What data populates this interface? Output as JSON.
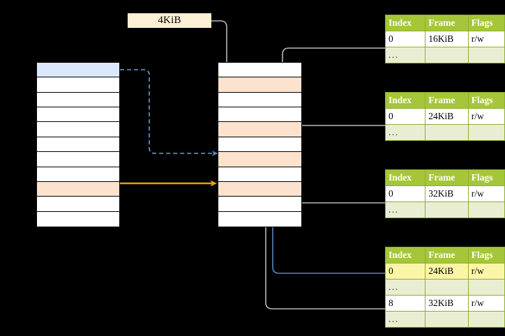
{
  "diagram": {
    "title": "",
    "page_size_label": "4KiB",
    "colors": {
      "table_header_bg": "#a6c639",
      "table_header_text": "#ffffff",
      "table_border": "#8fae2a",
      "ellipsis_row_bg": "#e9eed2",
      "highlight_cell_bg": "#fbf5a8",
      "virtual_selected_row": "#dbe8fb",
      "physical_used_row": "#fde3cd",
      "size_label_bg": "#fdefd3",
      "blue_arrow": "#4a7fbf",
      "orange_arrow": "#e8a200",
      "gray_connector": "#b3b3b3",
      "background": "#000000"
    },
    "virtual_column": {
      "name": "virtual-address-space",
      "row_count": 11,
      "rows": [
        {
          "index": 0,
          "fill": "blue",
          "label": ""
        },
        {
          "index": 1,
          "fill": "white",
          "label": ""
        },
        {
          "index": 2,
          "fill": "white",
          "label": ""
        },
        {
          "index": 3,
          "fill": "white",
          "label": ""
        },
        {
          "index": 4,
          "fill": "white",
          "label": ""
        },
        {
          "index": 5,
          "fill": "white",
          "label": ""
        },
        {
          "index": 6,
          "fill": "white",
          "label": ""
        },
        {
          "index": 7,
          "fill": "white",
          "label": ""
        },
        {
          "index": 8,
          "fill": "peach",
          "label": ""
        },
        {
          "index": 9,
          "fill": "white",
          "label": ""
        },
        {
          "index": 10,
          "fill": "white",
          "label": ""
        }
      ]
    },
    "physical_column": {
      "name": "physical-memory",
      "row_count": 11,
      "rows": [
        {
          "index": 0,
          "fill": "white",
          "label": ""
        },
        {
          "index": 1,
          "fill": "peach",
          "label": ""
        },
        {
          "index": 2,
          "fill": "white",
          "label": ""
        },
        {
          "index": 3,
          "fill": "white",
          "label": ""
        },
        {
          "index": 4,
          "fill": "peach",
          "label": ""
        },
        {
          "index": 5,
          "fill": "white",
          "label": ""
        },
        {
          "index": 6,
          "fill": "peach",
          "label": ""
        },
        {
          "index": 7,
          "fill": "white",
          "label": ""
        },
        {
          "index": 8,
          "fill": "peach",
          "label": ""
        },
        {
          "index": 9,
          "fill": "white",
          "label": ""
        },
        {
          "index": 10,
          "fill": "white",
          "label": ""
        }
      ]
    },
    "tables": [
      {
        "name": "page-table-1",
        "headers": [
          "Index",
          "Frame",
          "Flags"
        ],
        "rows": [
          {
            "type": "data",
            "cells": [
              "0",
              "16KiB",
              "r/w"
            ],
            "highlight": [
              false,
              false,
              false
            ]
          },
          {
            "type": "ellipsis",
            "cells": [
              "...",
              "",
              ""
            ],
            "highlight": [
              false,
              false,
              false
            ]
          }
        ]
      },
      {
        "name": "page-table-2",
        "headers": [
          "Index",
          "Frame",
          "Flags"
        ],
        "rows": [
          {
            "type": "data",
            "cells": [
              "0",
              "24KiB",
              "r/w"
            ],
            "highlight": [
              false,
              false,
              false
            ]
          },
          {
            "type": "ellipsis",
            "cells": [
              "...",
              "",
              ""
            ],
            "highlight": [
              false,
              false,
              false
            ]
          }
        ]
      },
      {
        "name": "page-table-3",
        "headers": [
          "Index",
          "Frame",
          "Flags"
        ],
        "rows": [
          {
            "type": "data",
            "cells": [
              "0",
              "32KiB",
              "r/w"
            ],
            "highlight": [
              false,
              false,
              false
            ]
          },
          {
            "type": "ellipsis",
            "cells": [
              "...",
              "",
              ""
            ],
            "highlight": [
              false,
              false,
              false
            ]
          }
        ]
      },
      {
        "name": "page-table-4",
        "headers": [
          "Index",
          "Frame",
          "Flags"
        ],
        "rows": [
          {
            "type": "data",
            "cells": [
              "0",
              "24KiB",
              "r/w"
            ],
            "highlight": [
              true,
              true,
              true
            ]
          },
          {
            "type": "ellipsis",
            "cells": [
              "...",
              "",
              ""
            ],
            "highlight": [
              false,
              false,
              false
            ]
          },
          {
            "type": "data",
            "cells": [
              "8",
              "32KiB",
              "r/w"
            ],
            "highlight": [
              false,
              false,
              false
            ]
          },
          {
            "type": "ellipsis",
            "cells": [
              "...",
              "",
              ""
            ],
            "highlight": [
              false,
              false,
              false
            ]
          }
        ]
      }
    ]
  }
}
